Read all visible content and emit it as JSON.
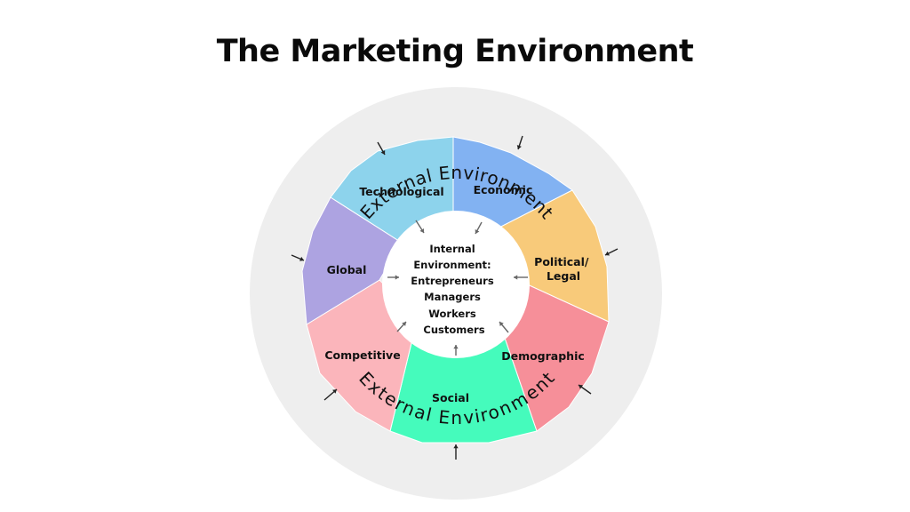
{
  "title": "The Marketing Environment",
  "outer_label_top": "External Environment",
  "outer_label_bottom": "External Environment",
  "inner_lines": [
    "Internal",
    "Environment:",
    "Entrepreneurs",
    "Managers",
    "Workers",
    "Customers"
  ],
  "segments": [
    {
      "label": "Economic",
      "color": "#82b2f2"
    },
    {
      "label": "Political/ Legal",
      "color": "#f8ca7a"
    },
    {
      "label": "Demographic",
      "color": "#f68f99"
    },
    {
      "label": "Social",
      "color": "#45fbbc"
    },
    {
      "label": "Competitive",
      "color": "#fbb5bb"
    },
    {
      "label": "Global",
      "color": "#ada3e1"
    },
    {
      "label": "Technological",
      "color": "#8dd3ec"
    }
  ],
  "colors": {
    "outer_ring": "#eeeeee",
    "inner_circle": "#ffffff",
    "arrow_dark": "#222222",
    "arrow_gray": "#666666"
  }
}
